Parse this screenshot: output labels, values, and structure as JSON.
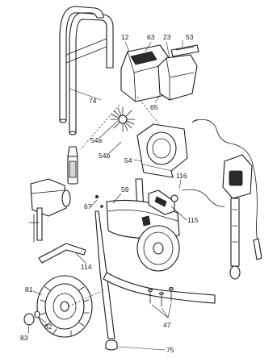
{
  "callouts": {
    "c12": "12",
    "c63": "63",
    "c23": "23",
    "c53": "53",
    "c74": "74",
    "c65": "65",
    "c54a": "54a",
    "c54b": "54b",
    "c54": "54",
    "c116": "116",
    "c59": "59",
    "c67": "67",
    "c115": "115",
    "c114": "114",
    "c81": "81",
    "c83": "83",
    "c82": "82",
    "c47": "47",
    "c75": "75"
  }
}
